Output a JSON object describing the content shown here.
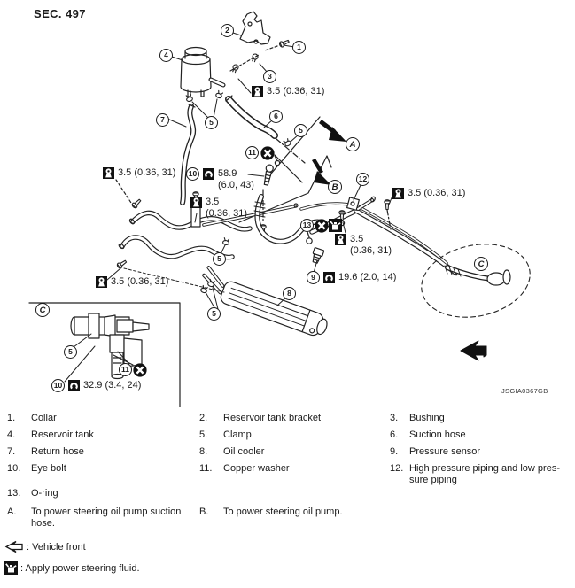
{
  "ink": "#1a1a1a",
  "header": {
    "sec": "SEC. 497"
  },
  "diagram": {
    "image_code": "JSGIA0367GB",
    "callouts": [
      {
        "n": "1"
      },
      {
        "n": "2"
      },
      {
        "n": "3"
      },
      {
        "n": "4"
      },
      {
        "n": "5"
      },
      {
        "n": "6"
      },
      {
        "n": "7"
      },
      {
        "n": "5"
      },
      {
        "n": "11"
      },
      {
        "n": "12"
      },
      {
        "n": "13"
      },
      {
        "n": "5"
      },
      {
        "n": "8"
      },
      {
        "n": "5"
      },
      {
        "n": "5"
      },
      {
        "n": "11"
      }
    ],
    "letters": [
      {
        "l": "A"
      },
      {
        "l": "B"
      },
      {
        "l": "C"
      },
      {
        "l": "C"
      }
    ],
    "torques": [
      {
        "icon": "socket-torque-icon",
        "l1": "3.5 (0.36, 31)"
      },
      {
        "icon": "socket-torque-icon",
        "l1": "3.5 (0.36, 31)"
      },
      {
        "circle": "10",
        "icon": "eye-bolt-torque-icon",
        "l1": "58.9",
        "l2": "(6.0, 43)"
      },
      {
        "icon": "socket-torque-icon",
        "l1": "3.5",
        "l2": "(0.36, 31)"
      },
      {
        "icon": "socket-torque-icon",
        "l1": "3.5 (0.36, 31)"
      },
      {
        "icon": "socket-torque-icon",
        "l1": "3.5 (0.36, 31)"
      },
      {
        "icon": "socket-torque-icon",
        "l1": "3.5",
        "l2": "(0.36, 31)"
      },
      {
        "circle": "9",
        "icon": "eye-bolt-torque-icon",
        "l1": "19.6 (2.0, 14)"
      },
      {
        "circle": "10",
        "icon": "eye-bolt-torque-icon",
        "l1": "32.9 (3.4, 24)"
      }
    ]
  },
  "legend": {
    "col1": [
      {
        "num": "1.",
        "label": "Collar"
      },
      {
        "num": "4.",
        "label": "Reservoir tank"
      },
      {
        "num": "7.",
        "label": "Return hose"
      },
      {
        "num": "10.",
        "label": "Eye bolt"
      },
      {
        "num": "13.",
        "label": "O-ring"
      }
    ],
    "col2": [
      {
        "num": "2.",
        "label": "Reservoir tank bracket"
      },
      {
        "num": "5.",
        "label": "Clamp"
      },
      {
        "num": "8.",
        "label": "Oil cooler"
      },
      {
        "num": "11.",
        "label": "Copper washer"
      }
    ],
    "col3": [
      {
        "num": "3.",
        "label": "Bushing"
      },
      {
        "num": "6.",
        "label": "Suction hose"
      },
      {
        "num": "9.",
        "label": "Pressure sensor"
      },
      {
        "num": "12.",
        "label": "High pressure piping and low pres-",
        "label2": "sure piping"
      }
    ]
  },
  "notes": [
    {
      "id": "A.",
      "line1": "To power steering oil pump suction",
      "line2": "hose."
    },
    {
      "id": "B.",
      "line1": "To power steering oil pump."
    }
  ],
  "footer": {
    "vehicle_front": ": Vehicle front",
    "apply_fluid": ": Apply power steering fluid."
  }
}
